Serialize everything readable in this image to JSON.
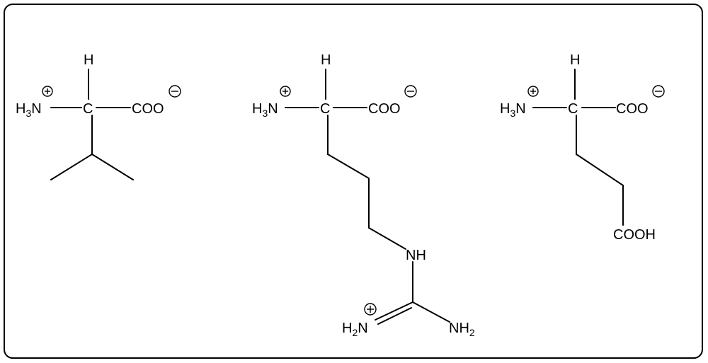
{
  "molecules": [
    {
      "alpha_h": "H",
      "alpha_c": "C",
      "amine": {
        "main": "H",
        "sub": "3",
        "n": "N"
      },
      "carboxylate": "COO",
      "side_chain": "isopropyl"
    },
    {
      "alpha_h": "H",
      "alpha_c": "C",
      "amine": {
        "main": "H",
        "sub": "3",
        "n": "N"
      },
      "carboxylate": "COO",
      "imine_nh": "NH",
      "guanidinium_left": {
        "main": "H",
        "sub": "2",
        "n": "N"
      },
      "guanidinium_right": {
        "n": "NH",
        "sub": "2"
      }
    },
    {
      "alpha_h": "H",
      "alpha_c": "C",
      "amine": {
        "main": "H",
        "sub": "3",
        "n": "N"
      },
      "carboxylate": "COO",
      "acid": "COOH"
    }
  ],
  "charges": {
    "plus": "+",
    "minus": "−"
  },
  "frame_color": "#000000"
}
